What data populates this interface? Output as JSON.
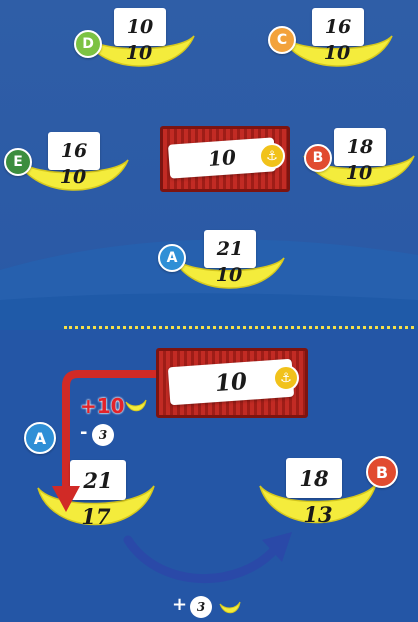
{
  "colors": {
    "A": "#2f8fd6",
    "B": "#e14b2f",
    "C": "#f3a23b",
    "D": "#7cc243",
    "E": "#3c8d3e",
    "banana": "#f4ec3c",
    "container": "#b8241f",
    "arrow_red": "#d12a26",
    "arrow_blue": "#2a49a8"
  },
  "top": {
    "bananas": [
      {
        "id": "D",
        "top": "10",
        "bottom": "10"
      },
      {
        "id": "C",
        "top": "16",
        "bottom": "10"
      },
      {
        "id": "E",
        "top": "16",
        "bottom": "10"
      },
      {
        "id": "B",
        "top": "18",
        "bottom": "10"
      },
      {
        "id": "A",
        "top": "21",
        "bottom": "10"
      }
    ],
    "container_value": "10"
  },
  "bottom": {
    "container_value": "10",
    "player_a": {
      "id": "A",
      "top": "21",
      "bottom": "17",
      "bonus": "+10",
      "minus_sign": "-",
      "minus_token": "3"
    },
    "player_b": {
      "id": "B",
      "top": "18",
      "bottom": "13"
    },
    "transfer": {
      "plus_sign": "+",
      "token": "3"
    }
  }
}
